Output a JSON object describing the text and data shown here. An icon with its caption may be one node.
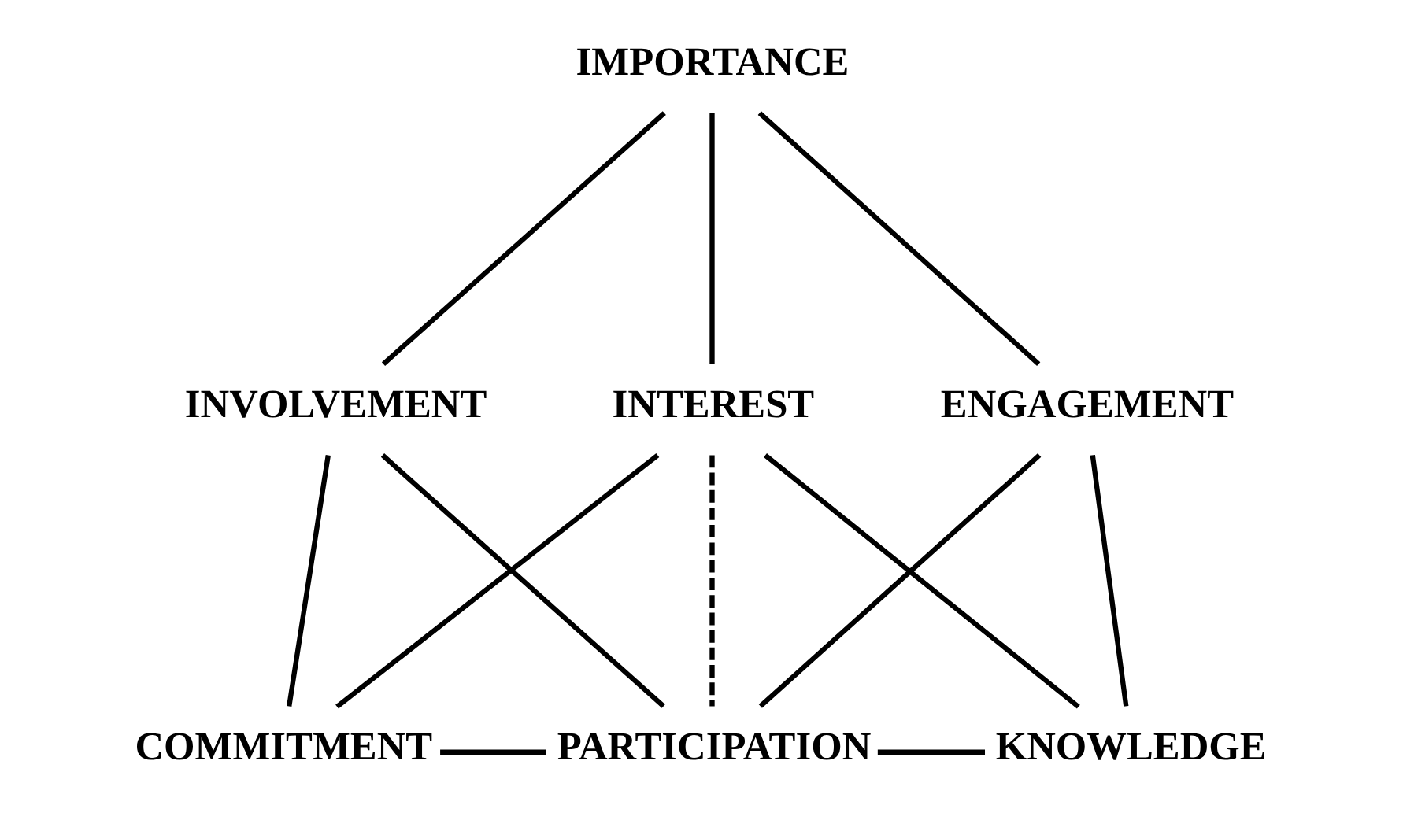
{
  "diagram": {
    "nodes": [
      {
        "text": [
          "IMPORTANCE"
        ]
      },
      {
        "text": [
          "INVOLVEMENT"
        ]
      },
      {
        "text": [
          "INTEREST"
        ]
      },
      {
        "text": [
          "ENGAGEMENT"
        ]
      },
      {
        "text": [
          "COMMITMENT"
        ]
      },
      {
        "text": [
          "PARTICIPATION"
        ]
      },
      {
        "text": [
          "KNOWLEDGE"
        ]
      }
    ],
    "edges": [
      {
        "from": 0,
        "to": 1,
        "arrow": "none"
      },
      {
        "from": 0,
        "to": 2,
        "arrow": "none"
      },
      {
        "from": 0,
        "to": 3,
        "arrow": "none"
      },
      {
        "from": 1,
        "to": 4,
        "arrow": "none"
      },
      {
        "from": 1,
        "to": 5,
        "arrow": "none"
      },
      {
        "from": 2,
        "to": 4,
        "arrow": "none"
      },
      {
        "from": 2,
        "to": 5,
        "arrow": "none",
        "style": "dashed"
      },
      {
        "from": 2,
        "to": 6,
        "arrow": "none"
      },
      {
        "from": 3,
        "to": 5,
        "arrow": "none"
      },
      {
        "from": 3,
        "to": 6,
        "arrow": "none"
      },
      {
        "from": 4,
        "to": 5,
        "arrow": "none"
      },
      {
        "from": 5,
        "to": 6,
        "arrow": "none"
      }
    ]
  }
}
